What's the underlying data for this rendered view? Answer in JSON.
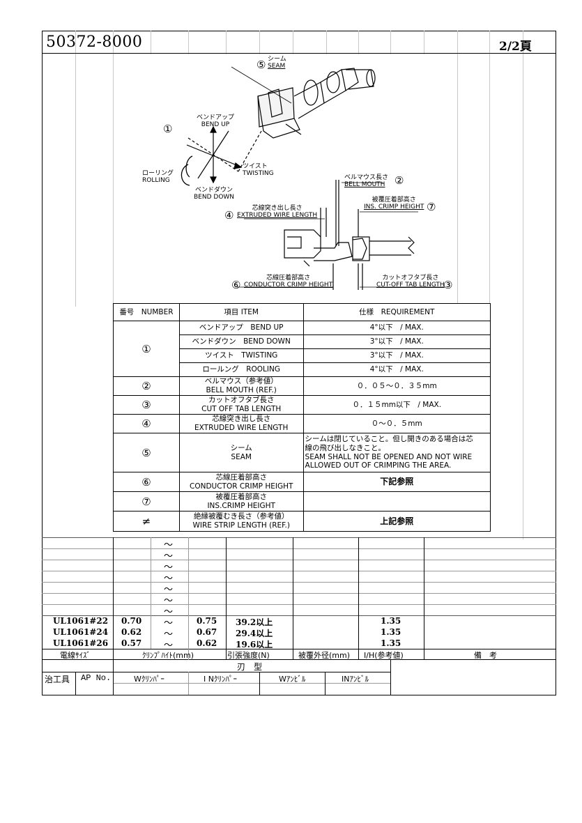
{
  "header": {
    "title": "50372-8000",
    "page": "2/2頁"
  },
  "diagram": {
    "seam_num": "⑤",
    "seam_jp": "シーム",
    "seam_en": "SEAM",
    "axis_num": "①",
    "bend_up_jp": "ベンドアップ",
    "bend_up_en": "BEND UP",
    "twist_jp": "ツイスト",
    "twist_en": "TWISTING",
    "rolling_jp": "ローリング",
    "rolling_en": "ROLLING",
    "bend_down_jp": "ベンドダウン",
    "bend_down_en": "BEND DOWN",
    "bell_jp": "ベルマウス長さ",
    "bell_en": "BELL MOUTH",
    "bell_num": "②",
    "ins_jp": "被覆圧着部高さ",
    "ins_en": "INS. CRIMP HEIGHT",
    "ins_num": "⑦",
    "ext_jp": "芯線突き出し長さ",
    "ext_en": "EXTRUDED WIRE LENGTH",
    "ext_num": "④",
    "cond_jp": "芯線圧着部高さ",
    "cond_en": "CONDUCTOR CRIMP HEIGHT",
    "cond_num": "⑥",
    "cut_jp": "カットオフタブ長さ",
    "cut_en": "CUT-OFF TAB LENGTH",
    "cut_num": "③"
  },
  "spec": {
    "h_num": "番号　NUMBER",
    "h_item": "項目 ITEM",
    "h_req": "仕様　REQUIREMENT",
    "r1_num": "①",
    "r1a_item": "ベンドアップ　BEND UP",
    "r1a_req": "4°以下　/ MAX.",
    "r1b_item": "ベンドダウン　BEND DOWN",
    "r1b_req": "3°以下　/ MAX.",
    "r1c_item": "ツイスト　TWISTING",
    "r1c_req": "3°以下　/ MAX.",
    "r1d_item": "ロールング　ROOLING",
    "r1d_req": "4°以下　/ MAX.",
    "r2_num": "②",
    "r2_item1": "ベルマウス（参考値）",
    "r2_item2": "BELL MOUTH (REF.)",
    "r2_req": "０．０５～０．３５mm",
    "r3_num": "③",
    "r3_item1": "カットオフタブ長さ",
    "r3_item2": "CUT OFF TAB LENGTH",
    "r3_req": "０．１５mm以下　/ MAX.",
    "r4_num": "④",
    "r4_item1": "芯線突き出し長さ",
    "r4_item2": "EXTRUDED WIRE LENGTH",
    "r4_req": "０～０．５mm",
    "r5_num": "⑤",
    "r5_item1": "シーム",
    "r5_item2": "SEAM",
    "r5_req1": "シームは閉じていること。但し開きのある場合は芯",
    "r5_req2": "線の飛び出しなきこと。",
    "r5_req3": "SEAM SHALL NOT BE OPENED AND NOT WIRE",
    "r5_req4": "ALLOWED OUT OF CRIMPING THE AREA.",
    "r6_num": "⑥",
    "r6_item1": "芯線圧着部高さ",
    "r6_item2": "CONDUCTOR CRIMP HEIGHT",
    "r6_req": "下記参照",
    "r7_num": "⑦",
    "r7_item1": "被覆圧着部高さ",
    "r7_item2": "INS.CRIMP HEIGHT",
    "r7_req": "",
    "r8_num": "≠",
    "r8_item1": "絶縁被覆むき長さ（参考値）",
    "r8_item2": "WIRE STRIP LENGTH (REF.)",
    "r8_req": "上記参照"
  },
  "tilde": "～",
  "wire_rows": [
    {
      "size": "UL1061#22",
      "min": "0.70",
      "max": "0.75",
      "pull": "39.2以上",
      "ih": "1.35"
    },
    {
      "size": "UL1061#24",
      "min": "0.62",
      "max": "0.67",
      "pull": "29.4以上",
      "ih": "1.35"
    },
    {
      "size": "UL1061#26",
      "min": "0.57",
      "max": "0.62",
      "pull": "19.6以上",
      "ih": "1.35"
    }
  ],
  "footer": {
    "col_size": "電線ｻｲｽﾞ",
    "col_crimp": "ｸﾘﾝﾌﾟﾊｲﾄ(mm)",
    "col_pull": "引張強度(N)",
    "col_od": "被覆外径(mm)",
    "col_ih": "I/H(参考値)",
    "col_note": "備　考",
    "blade": "刃　型",
    "tool": "治工具",
    "ap": "AP No.",
    "wcrimper": "Wｸﾘﾝﾊﾟｰ",
    "incrimper": "I Nｸﾘﾝﾊﾟｰ",
    "wanvil": "Wｱﾝﾋﾞﾙ",
    "inanvil": "INｱﾝﾋﾞﾙ"
  }
}
